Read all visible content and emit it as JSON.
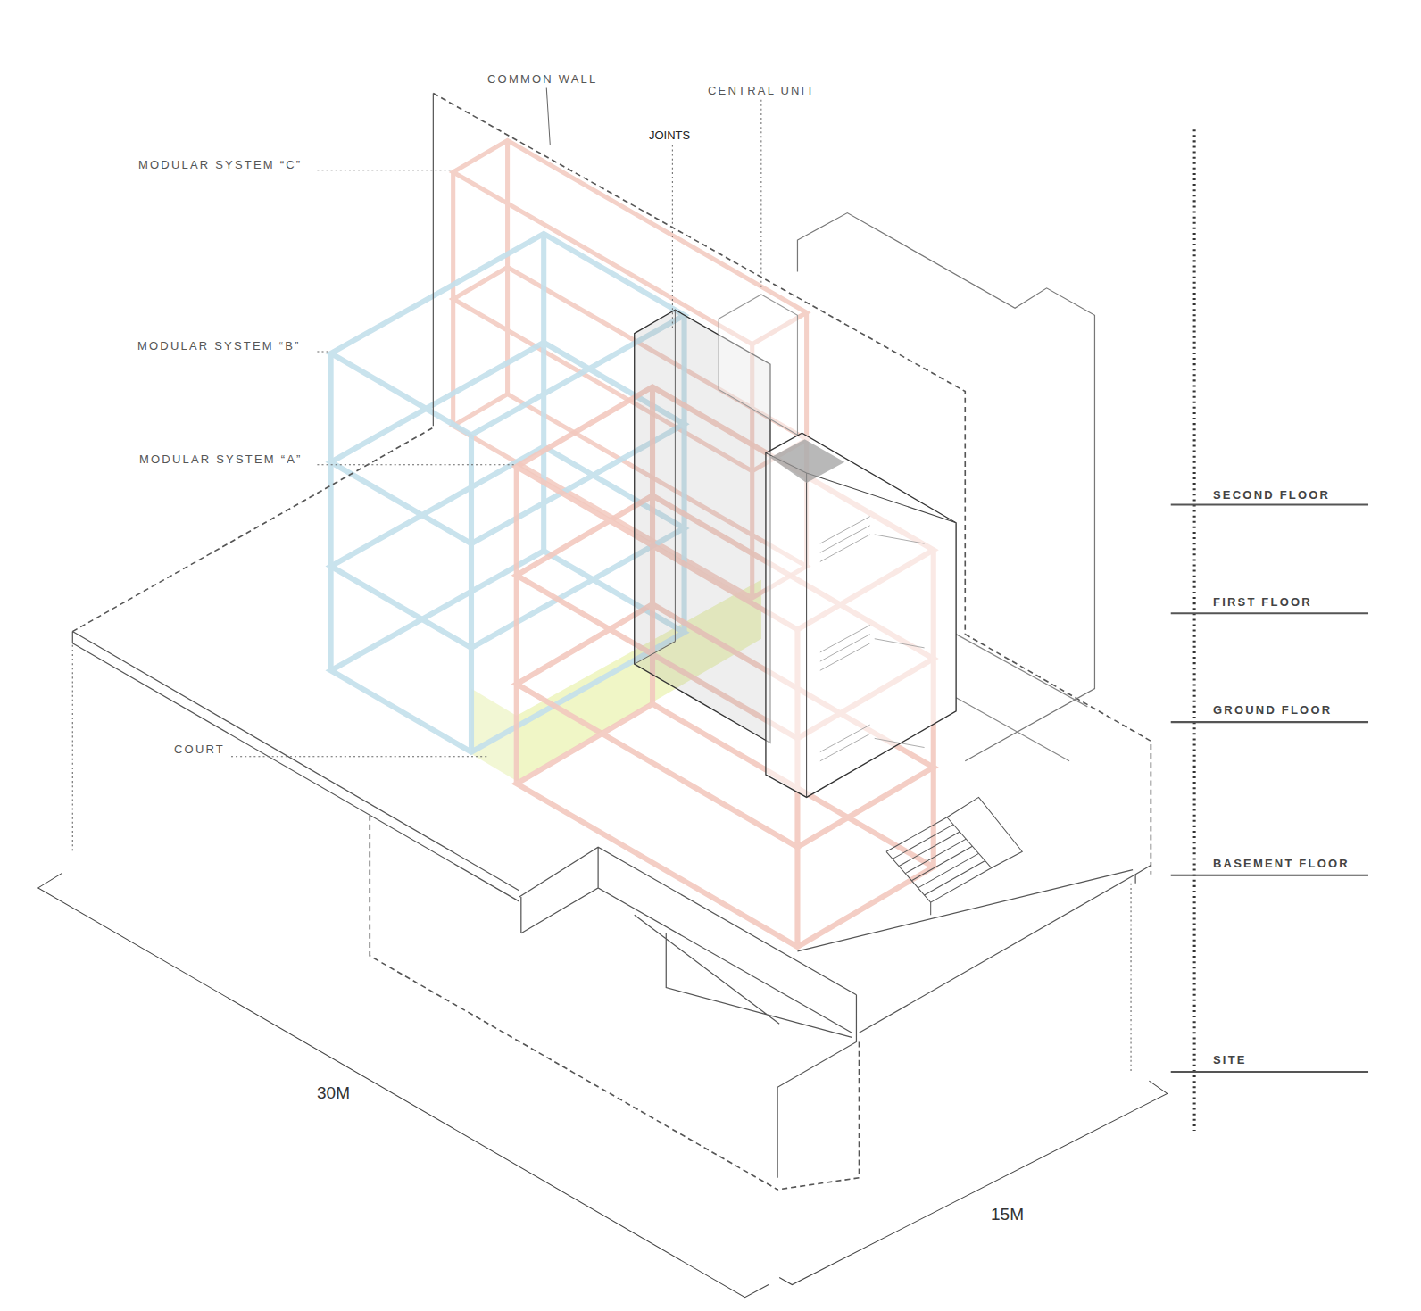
{
  "diagram": {
    "labels": [
      "COMMON WALL",
      "CENTRAL UNIT",
      "JOINTS",
      "MODULAR SYSTEM “C”",
      "MODULAR SYSTEM “B”",
      "MODULAR SYSTEM “A”",
      "COURT",
      "SECOND FLOOR",
      "FIRST FLOOR",
      "GROUND FLOOR",
      "BASEMENT FLOOR",
      "SITE",
      "30M",
      "15M"
    ]
  }
}
